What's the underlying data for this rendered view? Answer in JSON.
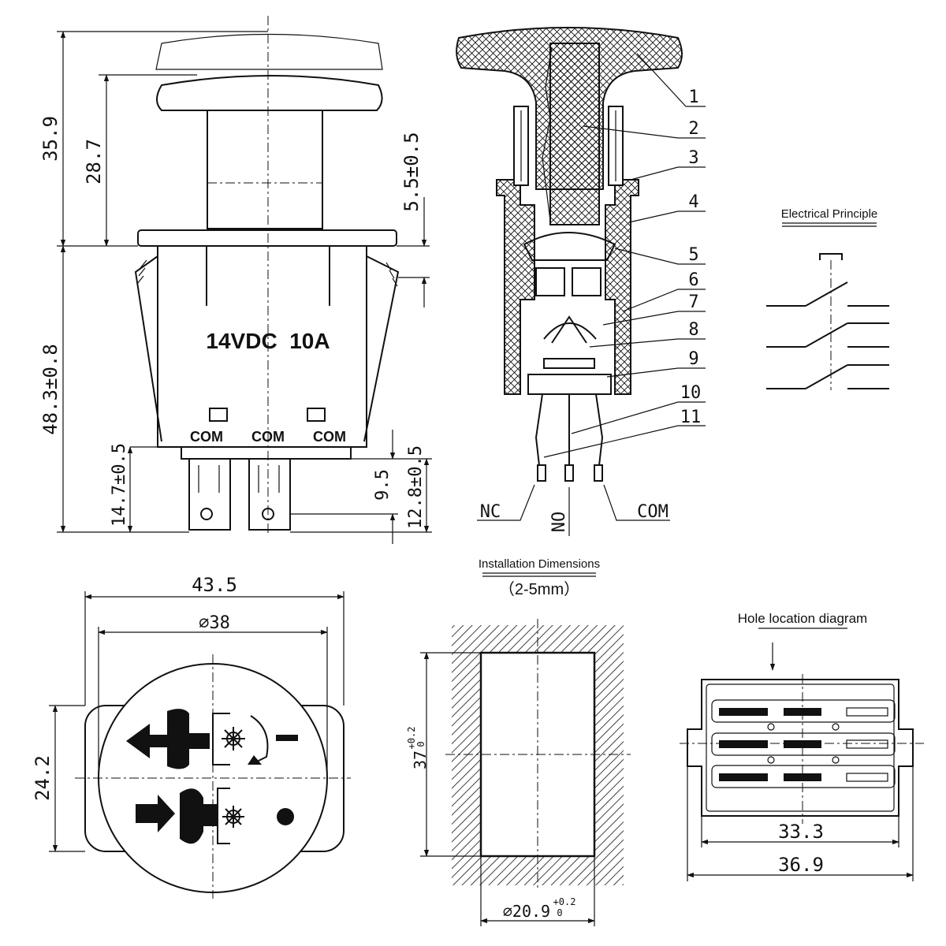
{
  "front_view": {
    "dim_total_height": "35.9",
    "dim_button_height": "28.7",
    "dim_travel": "5.5±0.5",
    "dim_body_height": "48.3±0.8",
    "dim_terminal_left": "14.7±0.5",
    "dim_terminal_mid": "9.5",
    "dim_terminal_right": "12.8±0.5",
    "rating_label": "14VDC  10A",
    "com_labels": [
      "COM",
      "COM",
      "COM"
    ]
  },
  "section_view": {
    "part_numbers": [
      "1",
      "2",
      "3",
      "4",
      "5",
      "6",
      "7",
      "8",
      "9",
      "10",
      "11"
    ],
    "terminal_labels": {
      "nc": "NC",
      "no": "NO",
      "com": "COM"
    }
  },
  "electrical": {
    "title": "Electrical Principle"
  },
  "face_view": {
    "dim_width": "43.5",
    "dim_diameter": "⌀38",
    "dim_height": "24.2"
  },
  "installation": {
    "title": "Installation Dimensions",
    "panel_range": "（2-5mm）",
    "dim_height": "37",
    "dim_height_tol_upper": "+0.2",
    "dim_height_tol_lower": "0",
    "dim_width": "⌀20.9",
    "dim_width_tol_upper": "+0.2",
    "dim_width_tol_lower": "0"
  },
  "hole_location": {
    "title": "Hole location diagram",
    "dim_inner_width": "33.3",
    "dim_outer_width": "36.9"
  },
  "colors": {
    "line": "#111111",
    "background": "#ffffff"
  }
}
